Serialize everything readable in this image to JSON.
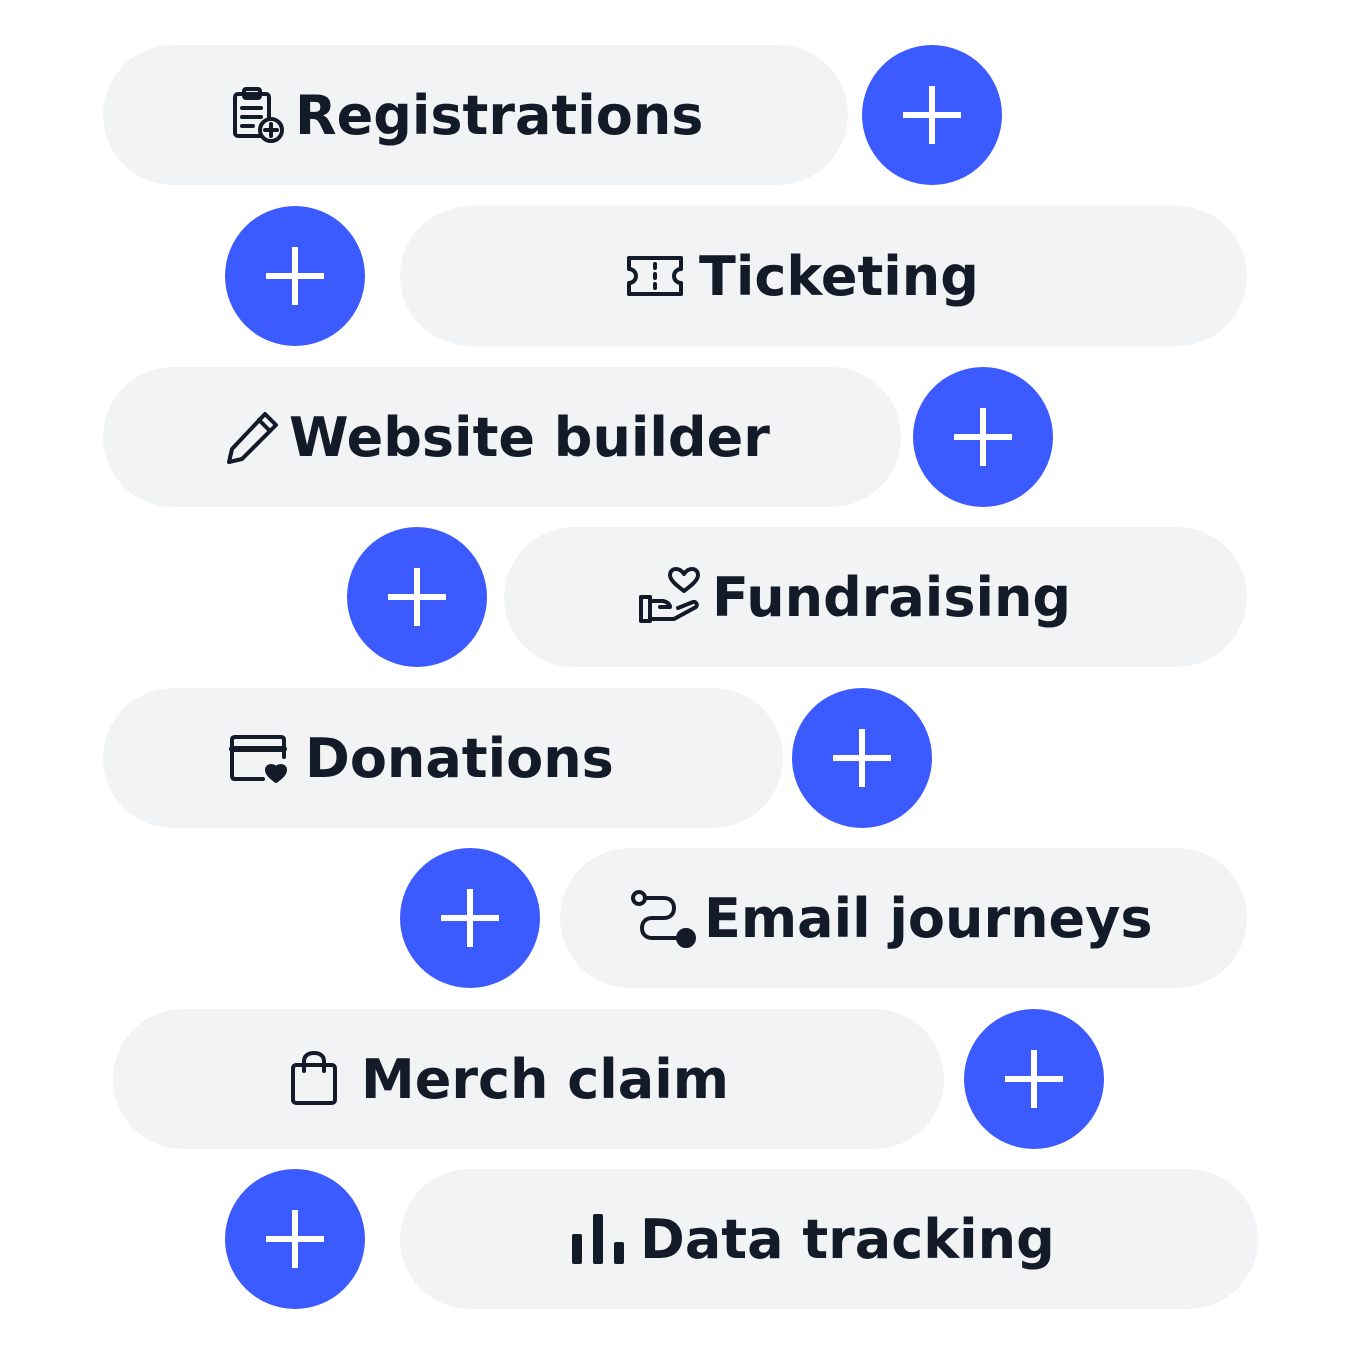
{
  "features": [
    {
      "id": "registrations",
      "label": "Registrations",
      "icon": "clipboard-plus-icon"
    },
    {
      "id": "ticketing",
      "label": "Ticketing",
      "icon": "ticket-icon"
    },
    {
      "id": "website-builder",
      "label": "Website builder",
      "icon": "pencil-icon"
    },
    {
      "id": "fundraising",
      "label": "Fundraising",
      "icon": "hand-heart-icon"
    },
    {
      "id": "donations",
      "label": "Donations",
      "icon": "card-heart-icon"
    },
    {
      "id": "email-journeys",
      "label": "Email journeys",
      "icon": "route-icon"
    },
    {
      "id": "merch-claim",
      "label": "Merch claim",
      "icon": "shopping-bag-icon"
    },
    {
      "id": "data-tracking",
      "label": "Data tracking",
      "icon": "bar-chart-icon"
    }
  ],
  "add_icon": "plus-icon",
  "colors": {
    "accent": "#3b5bff",
    "pill_background": "#f2f3f5",
    "text": "#131a28",
    "add_glyph": "#ffffff"
  }
}
